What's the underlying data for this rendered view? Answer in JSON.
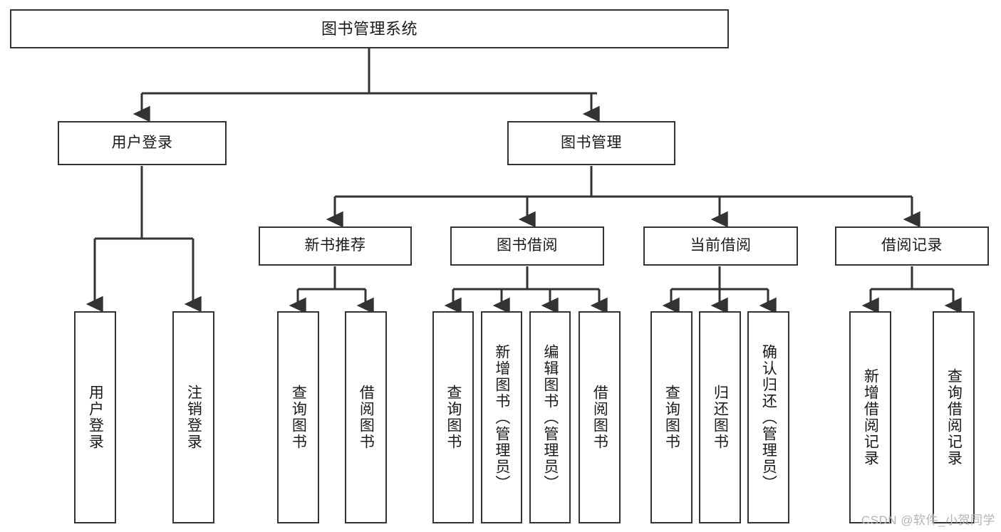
{
  "diagram": {
    "title": "图书管理系统",
    "type": "tree-hierarchy",
    "stroke_color": "#333333",
    "background_color": "#ffffff",
    "text_color": "#1a1a1a",
    "watermark": "CSDN @软件_小贺同学",
    "root": {
      "label": "图书管理系统"
    },
    "level2": [
      {
        "label": "用户登录"
      },
      {
        "label": "图书管理"
      }
    ],
    "level3": [
      {
        "label": "新书推荐"
      },
      {
        "label": "图书借阅"
      },
      {
        "label": "当前借阅"
      },
      {
        "label": "借阅记录"
      }
    ],
    "leaves": {
      "user_login": [
        {
          "label": "用户登录"
        },
        {
          "label": "注销登录"
        }
      ],
      "new_book_recommend": [
        {
          "label": "查询图书"
        },
        {
          "label": "借阅图书"
        }
      ],
      "book_borrow": [
        {
          "label": "查询图书"
        },
        {
          "label": "新增图书（管理员）"
        },
        {
          "label": "编辑图书（管理员）"
        },
        {
          "label": "借阅图书"
        }
      ],
      "current_borrow": [
        {
          "label": "查询图书"
        },
        {
          "label": "归还图书"
        },
        {
          "label": "确认归还（管理员）"
        }
      ],
      "borrow_record": [
        {
          "label": "新增借阅记录"
        },
        {
          "label": "查询借阅记录"
        }
      ]
    }
  }
}
